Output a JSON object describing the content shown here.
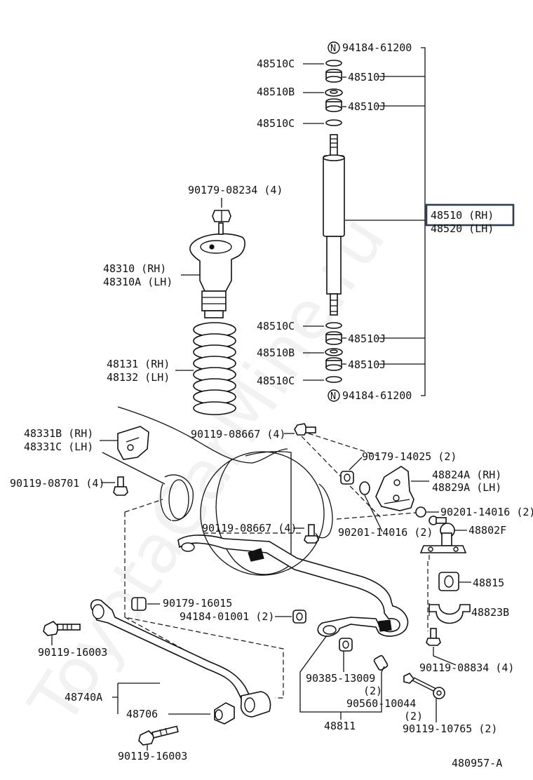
{
  "watermark": "ToyotaCarMine.ru",
  "diagram_code": "480957-A",
  "highlight_color": "#2c3e50",
  "shock_absorber": {
    "nut_top": {
      "mark": "N",
      "part": "94184-61200"
    },
    "nut_bottom": {
      "mark": "N",
      "part": "94184-61200"
    },
    "top_washer_1": "48510C",
    "top_bushing_1": "48510J",
    "top_retainer": "48510B",
    "top_bushing_2": "48510J",
    "top_washer_2": "48510C",
    "main_rh": "48510 (RH)",
    "main_lh": "48520 (LH)",
    "bottom_washer_1": "48510C",
    "bottom_bushing_1": "48510J",
    "bottom_retainer": "48510B",
    "bottom_bushing_2": "48510J",
    "bottom_washer_2": "48510C"
  },
  "spring_bumper": {
    "nut": "90179-08234 (4)",
    "rh": "48310   (RH)",
    "lh": "48310A (LH)"
  },
  "coil_spring": {
    "rh": "48131 (RH)",
    "lh": "48132 (LH)"
  },
  "spacer": {
    "rh": "48331B (RH)",
    "lh": "48331C (LH)"
  },
  "bolts": {
    "bolt_08667_top": "90119-08667 (4)",
    "bolt_08701": "90119-08701 (4)",
    "bolt_08667_mid": "90119-08667 (4)",
    "nut_14025": "90179-14025 (2)",
    "washer_14016_right": "90201-14016 (2)",
    "washer_14016_mid": "90201-14016 (2)",
    "nut_16015": "90179-16015",
    "nut_01001": "94184-01001 (2)",
    "bolt_16003_top": "90119-16003",
    "bolt_16003_bottom": "90119-16003",
    "bolt_08834": "90119-08834 (4)",
    "bolt_10765": "90119-10765 (2)"
  },
  "stabilizer": {
    "bracket_rh": "48824A (RH)",
    "bracket_lh": "48829A (LH)",
    "link": "48802F",
    "bushing": "48815",
    "bracket": "48823B",
    "bar": "48811",
    "bushing_13009": "90385-13009",
    "bushing_13009_qty": "(2)",
    "collar_10044": "90560-10044",
    "collar_10044_qty": "(2)"
  },
  "lateral_rod": {
    "rod": "48740A",
    "bushing": "48706"
  }
}
